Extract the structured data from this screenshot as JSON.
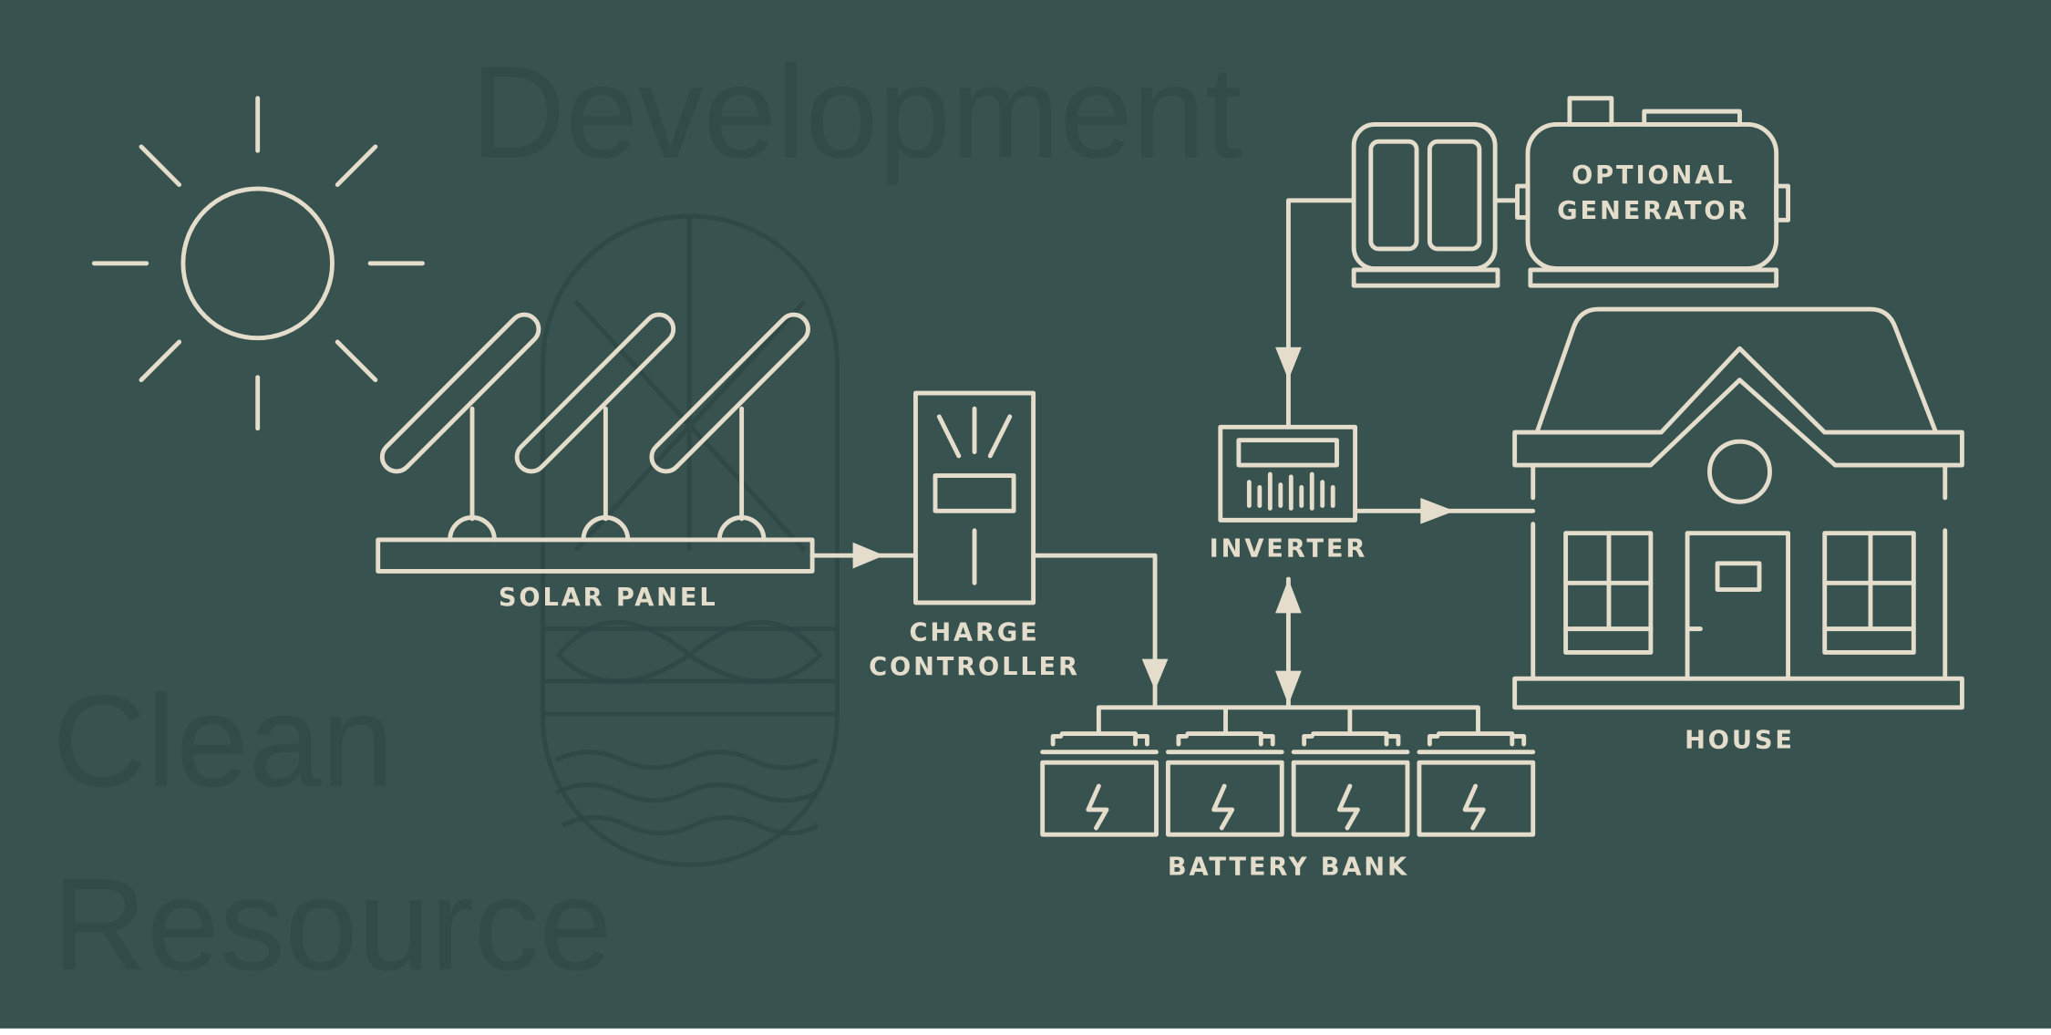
{
  "colors": {
    "background": "#37524f",
    "line": "#e4ddcb",
    "watermark": "#2e4644"
  },
  "labels": {
    "solar_panel": "SOLAR PANEL",
    "charge_controller_1": "CHARGE",
    "charge_controller_2": "CONTROLLER",
    "inverter": "INVERTER",
    "battery_bank": "BATTERY BANK",
    "generator_1": "OPTIONAL",
    "generator_2": "GENERATOR",
    "house": "HOUSE"
  },
  "watermark": {
    "line1": "Clean",
    "line2": "Resource",
    "line3": "Development"
  }
}
